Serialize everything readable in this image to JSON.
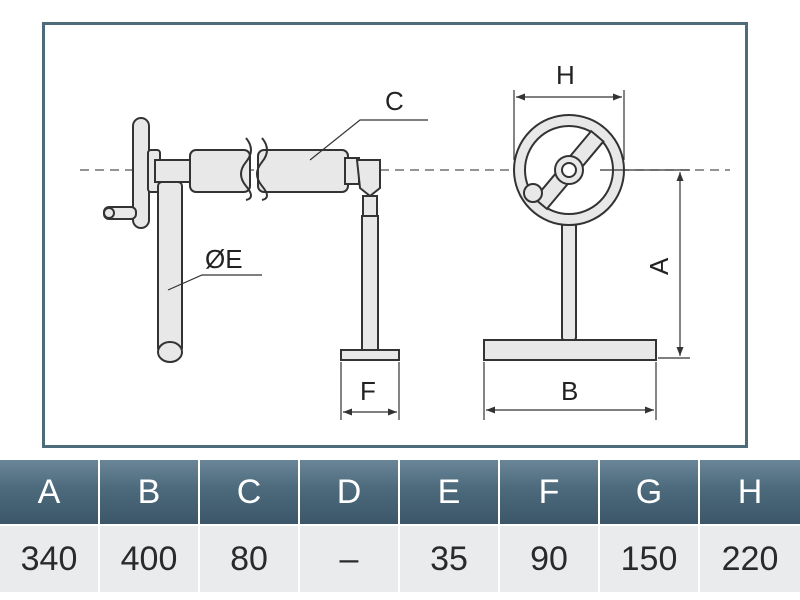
{
  "diagram": {
    "labels": {
      "a": "A",
      "b": "B",
      "c": "C",
      "e": "ØE",
      "f": "F",
      "h": "H"
    }
  },
  "table": {
    "headers": [
      "A",
      "B",
      "C",
      "D",
      "E",
      "F",
      "G",
      "H"
    ],
    "values": [
      "340",
      "400",
      "80",
      "–",
      "35",
      "90",
      "150",
      "220"
    ]
  },
  "colors": {
    "frame": "#4e6b7a",
    "header_bg": "#4d6a7d",
    "row_bg": "#e9ebec",
    "part_fill": "#e8e8e8",
    "line": "#333333"
  }
}
